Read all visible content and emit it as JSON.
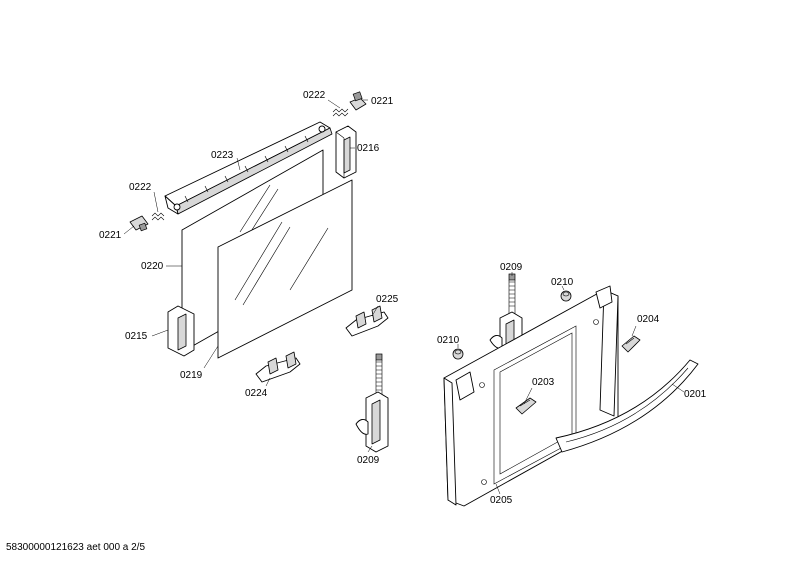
{
  "footer": {
    "doc_id": "58300000121623 aet 000 a 2/5"
  },
  "labels": {
    "p0222_top": "0222",
    "p0221_top": "0221",
    "p0223": "0223",
    "p0216": "0216",
    "p0222_left": "0222",
    "p0221_left": "0221",
    "p0220": "0220",
    "p0215": "0215",
    "p0219": "0219",
    "p0224": "0224",
    "p0225": "0225",
    "p0209_bottom": "0209",
    "p0209_top": "0209",
    "p0210_right": "0210",
    "p0210_left": "0210",
    "p0204": "0204",
    "p0203": "0203",
    "p0201": "0201",
    "p0205": "0205"
  }
}
